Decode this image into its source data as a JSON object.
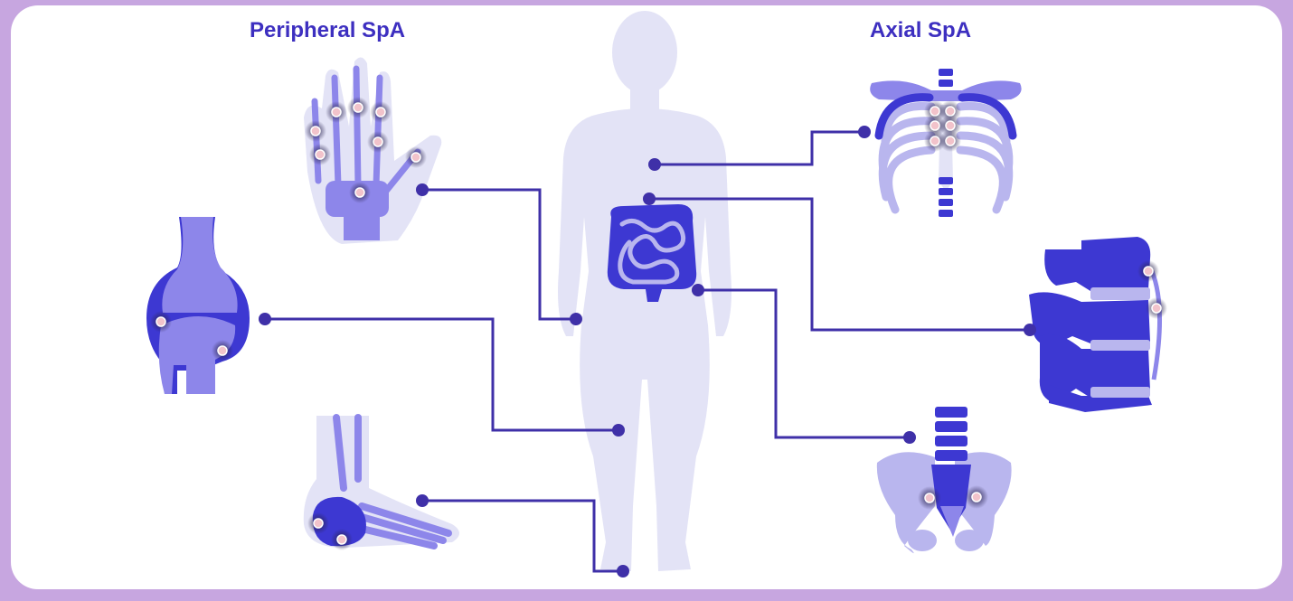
{
  "headings": {
    "peripheral": "Peripheral SpA",
    "axial": "Axial SpA"
  },
  "colors": {
    "frame": "#c7a6e0",
    "panel": "#ffffff",
    "body_silhouette": "#e3e3f6",
    "bone_light": "#b9b6ee",
    "bone_mid": "#8d86ea",
    "bone_dark": "#3d38d2",
    "connector": "#3f30a8",
    "inflammation_dot": "#f2c3cb",
    "heading": "#3d2fc0"
  },
  "icons": {
    "hand": "hand-bones-icon",
    "knee": "knee-joint-icon",
    "foot": "foot-bones-icon",
    "ribcage": "ribcage-spine-icon",
    "vertebrae": "vertebrae-icon",
    "pelvis": "pelvis-sacroiliac-icon",
    "body": "human-body-silhouette",
    "intestine": "intestine-icon"
  }
}
